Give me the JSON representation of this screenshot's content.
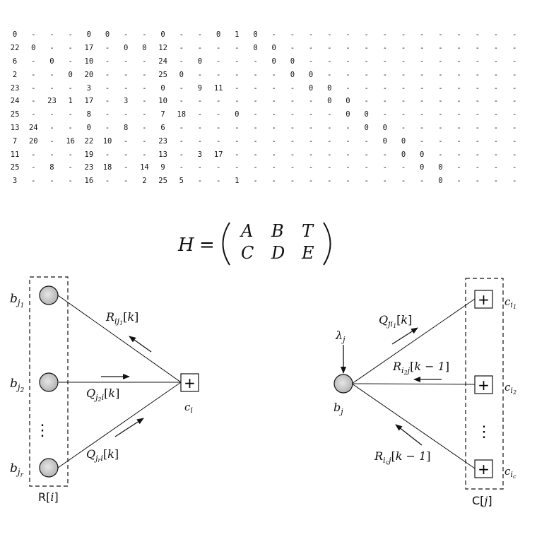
{
  "matrix": {
    "rows": [
      [
        "0",
        "-",
        "-",
        "-",
        "0",
        "0",
        "-",
        "-",
        "0",
        "-",
        "-",
        "0",
        "1",
        "0",
        "-",
        "-",
        "-",
        "-",
        "-",
        "-",
        "-",
        "-",
        "-",
        "-",
        "-",
        "-",
        "-",
        "-"
      ],
      [
        "22",
        "0",
        "-",
        "-",
        "17",
        "-",
        "0",
        "0",
        "12",
        "-",
        "-",
        "-",
        "-",
        "0",
        "0",
        "-",
        "-",
        "-",
        "-",
        "-",
        "-",
        "-",
        "-",
        "-",
        "-",
        "-",
        "-",
        "-"
      ],
      [
        "6",
        "-",
        "0",
        "-",
        "10",
        "-",
        "-",
        "-",
        "24",
        "-",
        "0",
        "-",
        "-",
        "-",
        "0",
        "0",
        "-",
        "-",
        "-",
        "-",
        "-",
        "-",
        "-",
        "-",
        "-",
        "-",
        "-",
        "-"
      ],
      [
        "2",
        "-",
        "-",
        "0",
        "20",
        "-",
        "-",
        "-",
        "25",
        "0",
        "-",
        "-",
        "-",
        "-",
        "-",
        "0",
        "0",
        "-",
        "-",
        "-",
        "-",
        "-",
        "-",
        "-",
        "-",
        "-",
        "-",
        "-"
      ],
      [
        "23",
        "-",
        "-",
        "-",
        "3",
        "-",
        "-",
        "-",
        "0",
        "-",
        "9",
        "11",
        "-",
        "-",
        "-",
        "-",
        "0",
        "0",
        "-",
        "-",
        "-",
        "-",
        "-",
        "-",
        "-",
        "-",
        "-",
        "-"
      ],
      [
        "24",
        "-",
        "23",
        "1",
        "17",
        "-",
        "3",
        "-",
        "10",
        "-",
        "-",
        "-",
        "-",
        "-",
        "-",
        "-",
        "-",
        "0",
        "0",
        "-",
        "-",
        "-",
        "-",
        "-",
        "-",
        "-",
        "-",
        "-"
      ],
      [
        "25",
        "-",
        "-",
        "-",
        "8",
        "-",
        "-",
        "-",
        "7",
        "18",
        "-",
        "-",
        "0",
        "-",
        "-",
        "-",
        "-",
        "-",
        "0",
        "0",
        "-",
        "-",
        "-",
        "-",
        "-",
        "-",
        "-",
        "-"
      ],
      [
        "13",
        "24",
        "-",
        "-",
        "0",
        "-",
        "8",
        "-",
        "6",
        "-",
        "-",
        "-",
        "-",
        "-",
        "-",
        "-",
        "-",
        "-",
        "-",
        "0",
        "0",
        "-",
        "-",
        "-",
        "-",
        "-",
        "-",
        "-"
      ],
      [
        "7",
        "20",
        "-",
        "16",
        "22",
        "10",
        "-",
        "-",
        "23",
        "-",
        "-",
        "-",
        "-",
        "-",
        "-",
        "-",
        "-",
        "-",
        "-",
        "-",
        "0",
        "0",
        "-",
        "-",
        "-",
        "-",
        "-",
        "-"
      ],
      [
        "11",
        "-",
        "-",
        "-",
        "19",
        "-",
        "-",
        "-",
        "13",
        "-",
        "3",
        "17",
        "-",
        "-",
        "-",
        "-",
        "-",
        "-",
        "-",
        "-",
        "-",
        "0",
        "0",
        "-",
        "-",
        "-",
        "-",
        "-"
      ],
      [
        "25",
        "-",
        "8",
        "-",
        "23",
        "18",
        "-",
        "14",
        "9",
        "-",
        "-",
        "-",
        "-",
        "-",
        "-",
        "-",
        "-",
        "-",
        "-",
        "-",
        "-",
        "-",
        "0",
        "0",
        "-",
        "-",
        "-",
        "-"
      ],
      [
        "3",
        "-",
        "-",
        "-",
        "16",
        "-",
        "-",
        "2",
        "25",
        "5",
        "-",
        "-",
        "1",
        "-",
        "-",
        "-",
        "-",
        "-",
        "-",
        "-",
        "-",
        "-",
        "-",
        "0",
        "-",
        "-",
        "-",
        "-"
      ]
    ]
  },
  "equation": {
    "lhs": "H",
    "equals": "=",
    "row1": [
      "A",
      "B",
      "T"
    ],
    "row2": [
      "C",
      "D",
      "E"
    ]
  },
  "check_node": {
    "var_labels": [
      {
        "base": "b",
        "sub": "j",
        "subsub": "1"
      },
      {
        "base": "b",
        "sub": "j",
        "subsub": "2"
      },
      {
        "base": "b",
        "sub": "j",
        "subsub": "r"
      }
    ],
    "box_label": {
      "base": "R",
      "arg": "i"
    },
    "msg_r": {
      "base": "R",
      "sub": "ij",
      "subsub": "1",
      "arg": "k"
    },
    "msg_q2": {
      "base": "Q",
      "sub": "j",
      "subsub": "2",
      "sub2": "i",
      "arg": "k"
    },
    "msg_qr": {
      "base": "Q",
      "sub": "j",
      "subsub": "r",
      "sub2": "i",
      "arg": "k"
    },
    "node_symbol": "+",
    "node_label": {
      "base": "c",
      "sub": "i"
    }
  },
  "variable_node": {
    "lambda": {
      "base": "λ",
      "sub": "j"
    },
    "node_label": {
      "base": "b",
      "sub": "j"
    },
    "check_labels": [
      {
        "base": "c",
        "sub": "i",
        "subsub": "1"
      },
      {
        "base": "c",
        "sub": "i",
        "subsub": "2"
      },
      {
        "base": "c",
        "sub": "i",
        "subsub": "c"
      }
    ],
    "box_label": {
      "base": "C",
      "arg": "j"
    },
    "msg_q": {
      "base": "Q",
      "sub": "ji",
      "subsub": "1",
      "arg": "k"
    },
    "msg_r2": {
      "base": "R",
      "sub": "i",
      "subsub": "2",
      "sub2": "j",
      "arg": "k − 1"
    },
    "msg_rc": {
      "base": "R",
      "sub": "i",
      "subsub": "c",
      "sub2": "j",
      "arg": "k − 1"
    },
    "node_symbol": "+",
    "dots": "⋮"
  }
}
